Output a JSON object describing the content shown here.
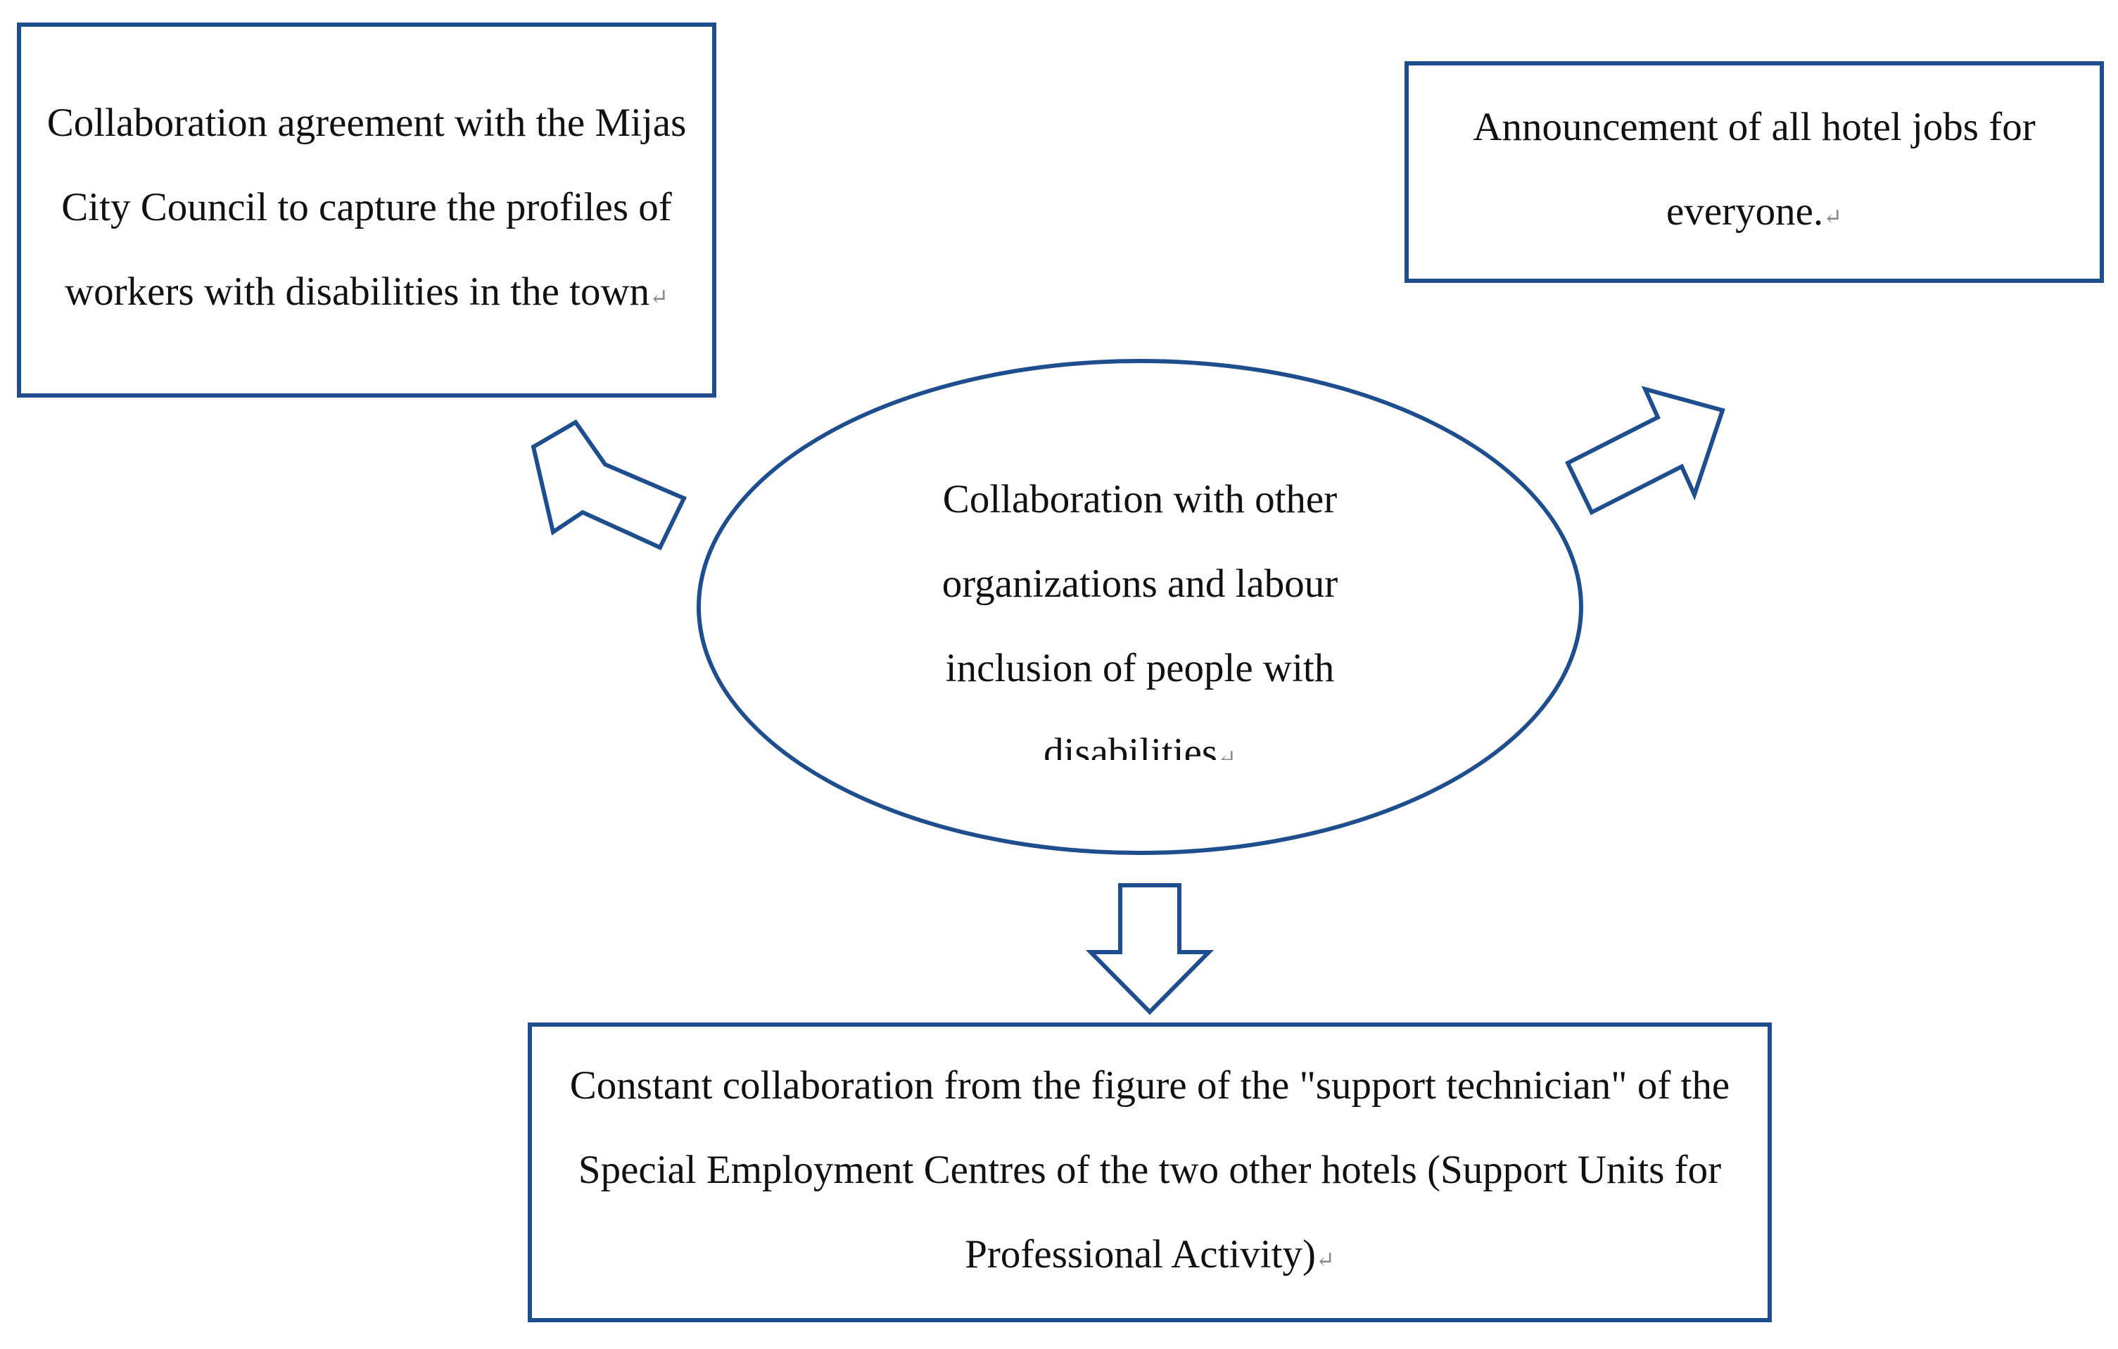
{
  "diagram": {
    "center": {
      "text": "Collaboration with other organizations and labour inclusion of people with disabilities"
    },
    "boxes": {
      "top_left": {
        "text": "Collaboration agreement with the Mijas City Council to capture the profiles of workers with disabilities in the town"
      },
      "top_right": {
        "text": "Announcement of all hotel jobs for everyone."
      },
      "bottom": {
        "text": "Constant collaboration from the figure of the \"support technician\" of the Special Employment Centres of the two other hotels (Support Units for Professional Activity)"
      }
    },
    "paragraph_mark": "↵"
  }
}
